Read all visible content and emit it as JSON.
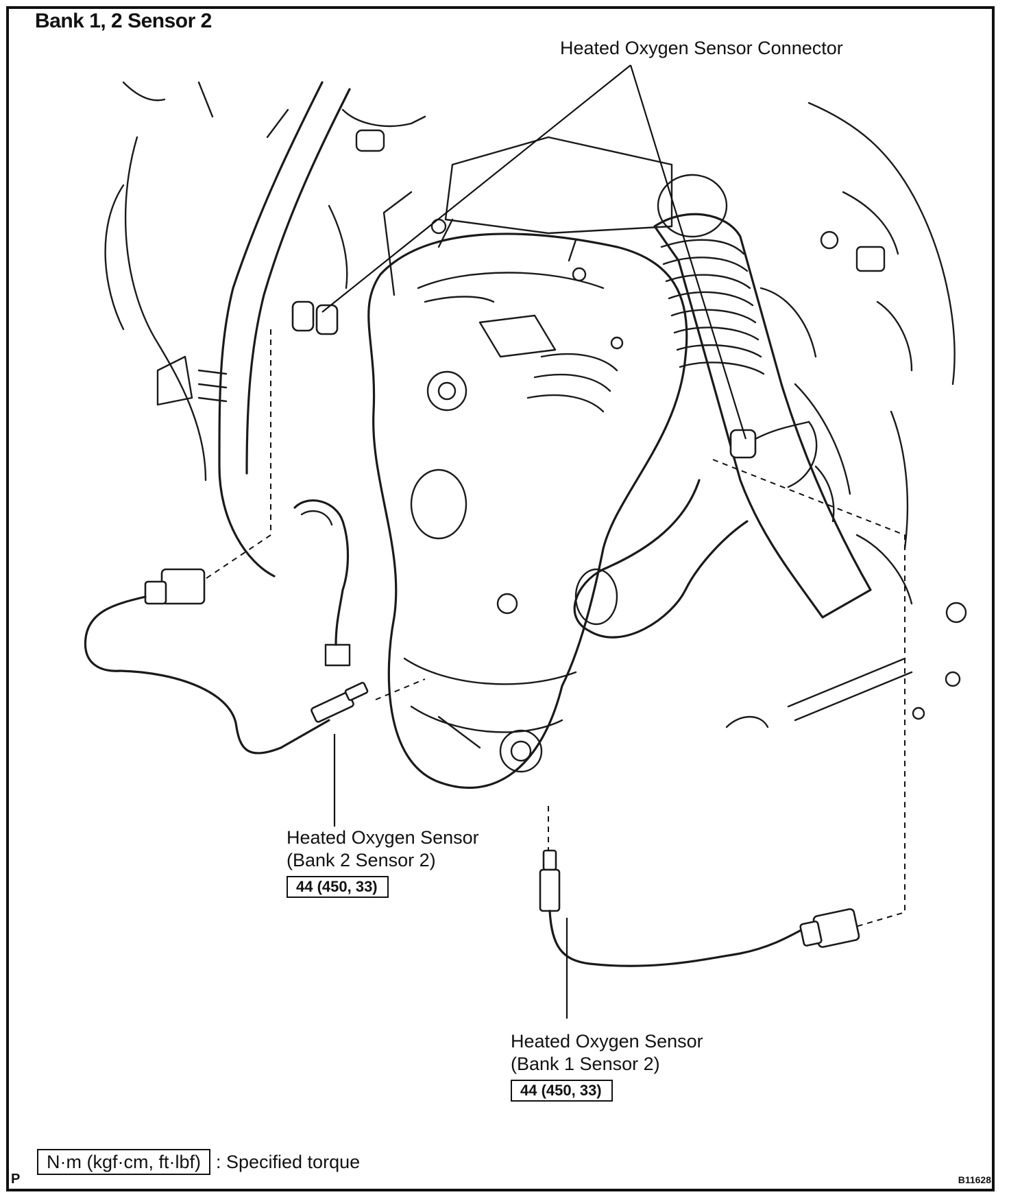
{
  "title": "Bank 1, 2 Sensor 2",
  "callouts": {
    "connector": "Heated Oxygen Sensor Connector",
    "bank2_sensor2": {
      "line1": "Heated Oxygen Sensor",
      "line2": "(Bank 2 Sensor 2)",
      "torque": "44 (450, 33)"
    },
    "bank1_sensor2": {
      "line1": "Heated Oxygen Sensor",
      "line2": "(Bank 1 Sensor 2)",
      "torque": "44 (450, 33)"
    }
  },
  "legend": {
    "unit_box": "N·m (kgf·cm, ft·lbf)",
    "description": ": Specified torque"
  },
  "corner_mark": "P",
  "figure_code": "B11628"
}
